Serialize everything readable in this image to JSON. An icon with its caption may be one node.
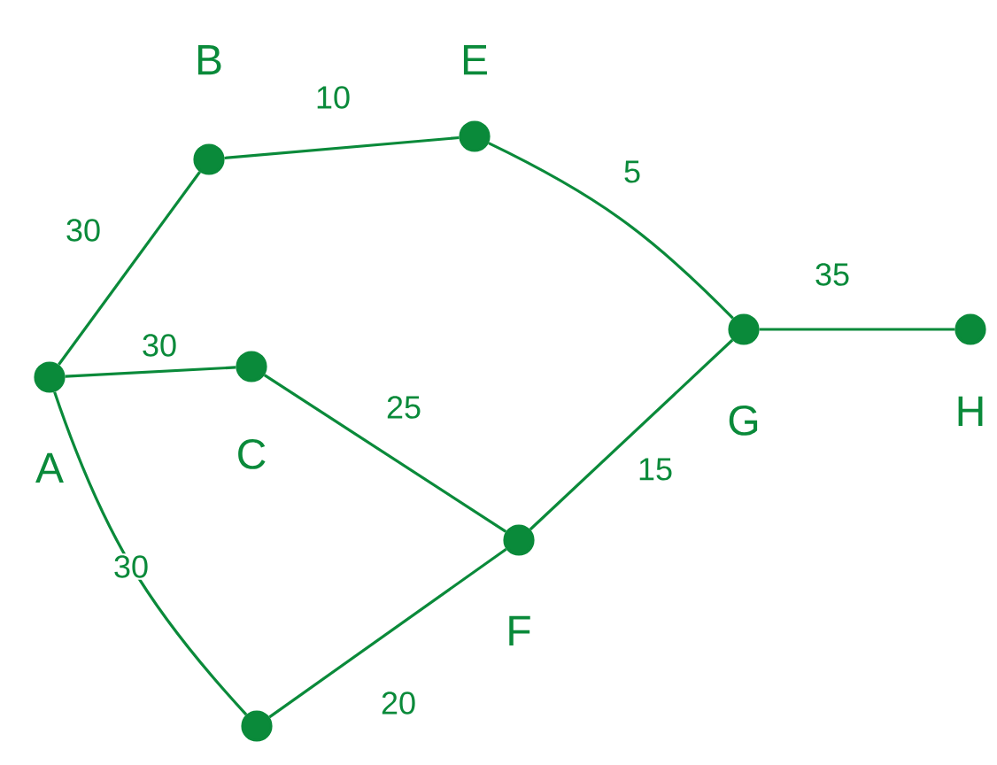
{
  "diagram": {
    "nodes": [
      {
        "text": [
          "A"
        ]
      },
      {
        "text": [
          "B"
        ]
      },
      {
        "text": [
          "C"
        ]
      },
      {
        "text": [
          "E"
        ]
      },
      {
        "text": [
          "F"
        ]
      },
      {
        "text": [
          "G"
        ]
      },
      {
        "text": [
          "H"
        ]
      },
      {
        "text": [],
        "shape": "circle"
      }
    ],
    "edges": [
      {
        "from": 0,
        "to": 1,
        "arrow": "none",
        "label": "30"
      },
      {
        "from": 0,
        "to": 2,
        "arrow": "none",
        "label": "30"
      },
      {
        "from": 0,
        "to": 7,
        "arrow": "none",
        "label": "30"
      },
      {
        "from": 1,
        "to": 3,
        "arrow": "none",
        "label": "10"
      },
      {
        "from": 3,
        "to": 5,
        "arrow": "none",
        "label": "5"
      },
      {
        "from": 2,
        "to": 4,
        "arrow": "none",
        "label": "25"
      },
      {
        "from": 5,
        "to": 4,
        "arrow": "none",
        "label": "15"
      },
      {
        "from": 7,
        "to": 4,
        "arrow": "none",
        "label": "20"
      },
      {
        "from": 5,
        "to": 6,
        "arrow": "none",
        "label": "35"
      }
    ]
  }
}
